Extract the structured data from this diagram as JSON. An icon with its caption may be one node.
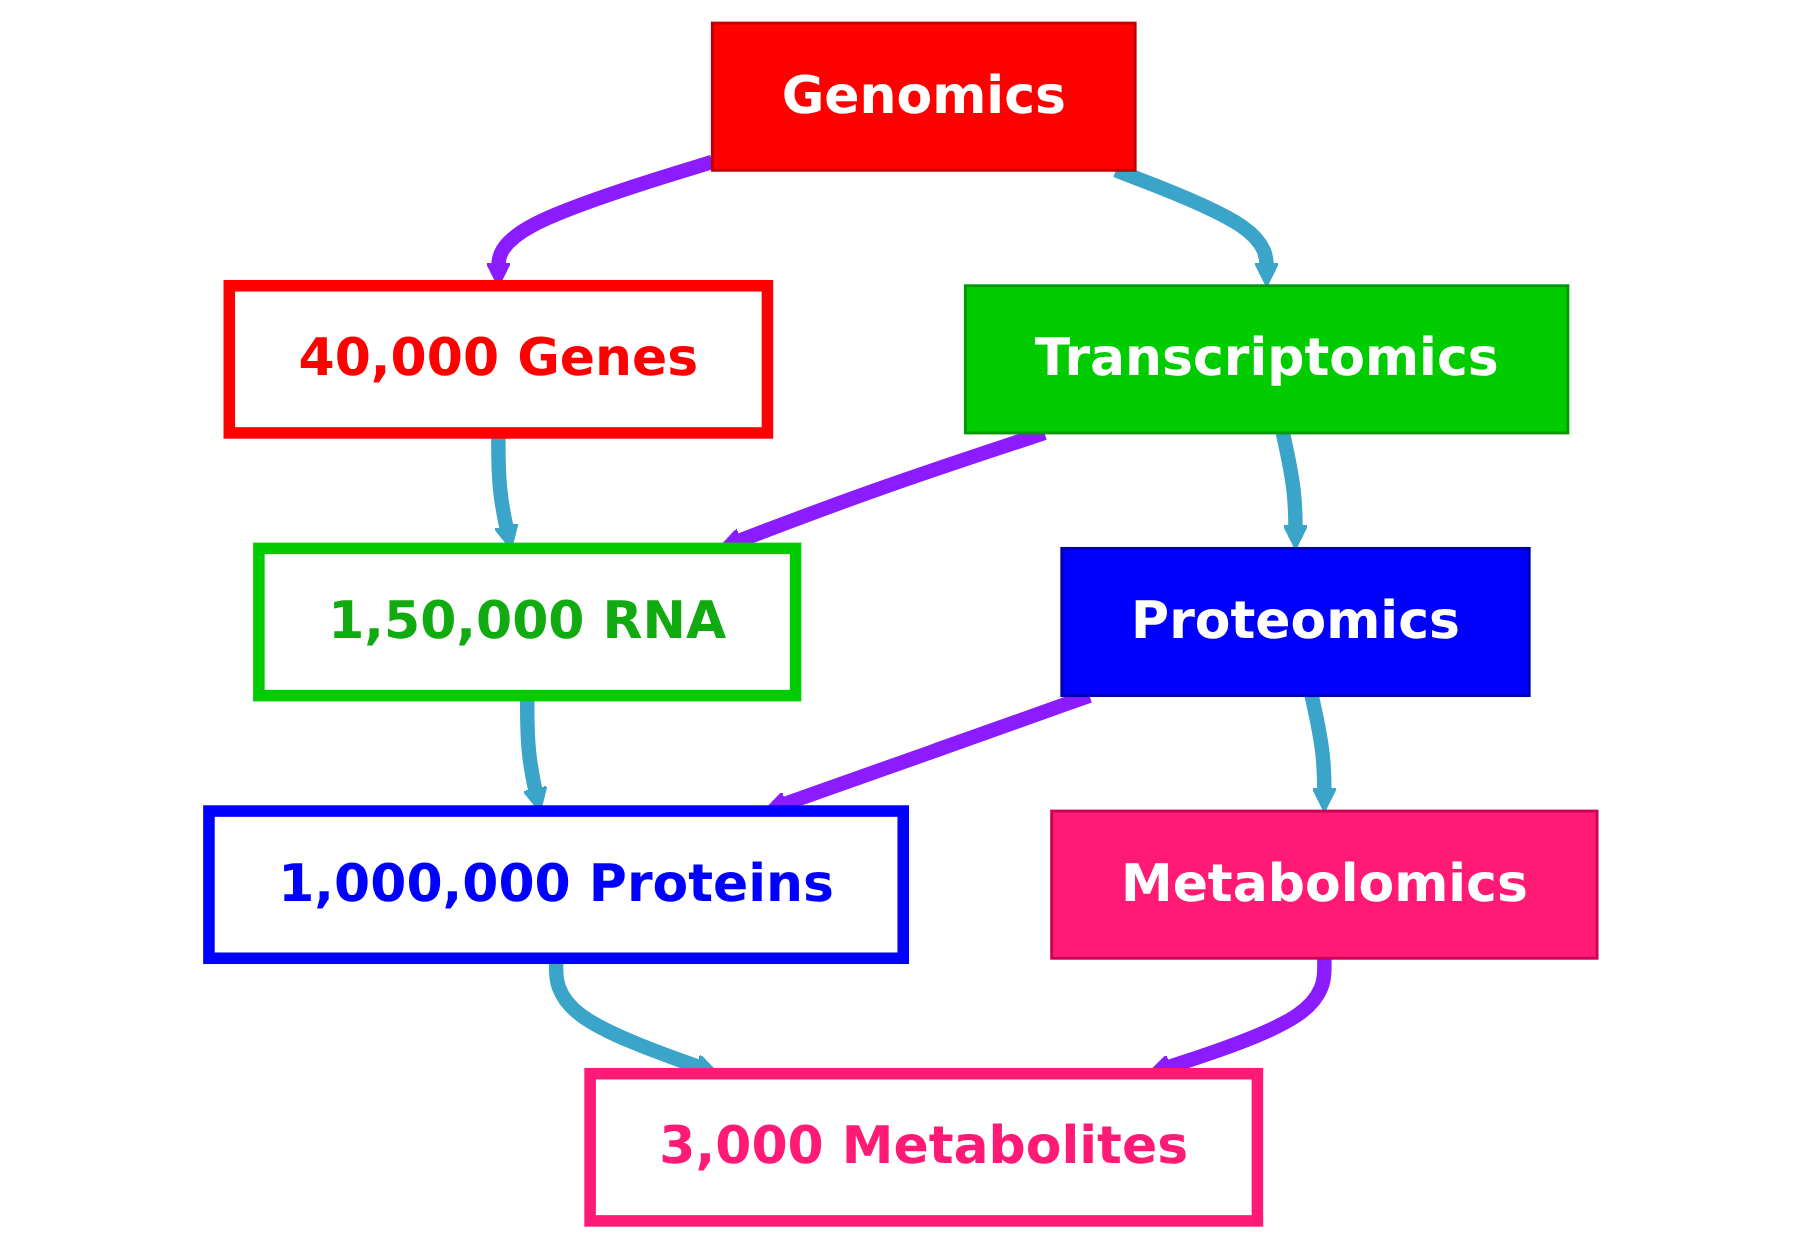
{
  "diagram": {
    "nodes": [
      {
        "text": [
          "Genomics"
        ]
      },
      {
        "text": [
          "40,000 Genes"
        ]
      },
      {
        "text": [
          "Transcriptomics"
        ]
      },
      {
        "text": [
          "1,50,000 RNA"
        ]
      },
      {
        "text": [
          "Proteomics"
        ]
      },
      {
        "text": [
          "1,000,000 Proteins"
        ]
      },
      {
        "text": [
          "Metabolomics"
        ]
      },
      {
        "text": [
          "3,000 Metabolites"
        ]
      }
    ],
    "edges": [
      {
        "from": 0,
        "to": 1,
        "arrow": "to",
        "color": "#8a1cff"
      },
      {
        "from": 0,
        "to": 2,
        "arrow": "to"
      },
      {
        "from": 1,
        "to": 3,
        "arrow": "to"
      },
      {
        "from": 2,
        "to": 3,
        "arrow": "to",
        "color": "#8a1cff"
      },
      {
        "from": 2,
        "to": 4,
        "arrow": "to"
      },
      {
        "from": 3,
        "to": 5,
        "arrow": "to"
      },
      {
        "from": 4,
        "to": 5,
        "arrow": "to",
        "color": "#8a1cff"
      },
      {
        "from": 4,
        "to": 6,
        "arrow": "to"
      },
      {
        "from": 5,
        "to": 7,
        "arrow": "to"
      },
      {
        "from": 6,
        "to": 7,
        "arrow": "to",
        "color": "#8a1cff"
      }
    ]
  }
}
